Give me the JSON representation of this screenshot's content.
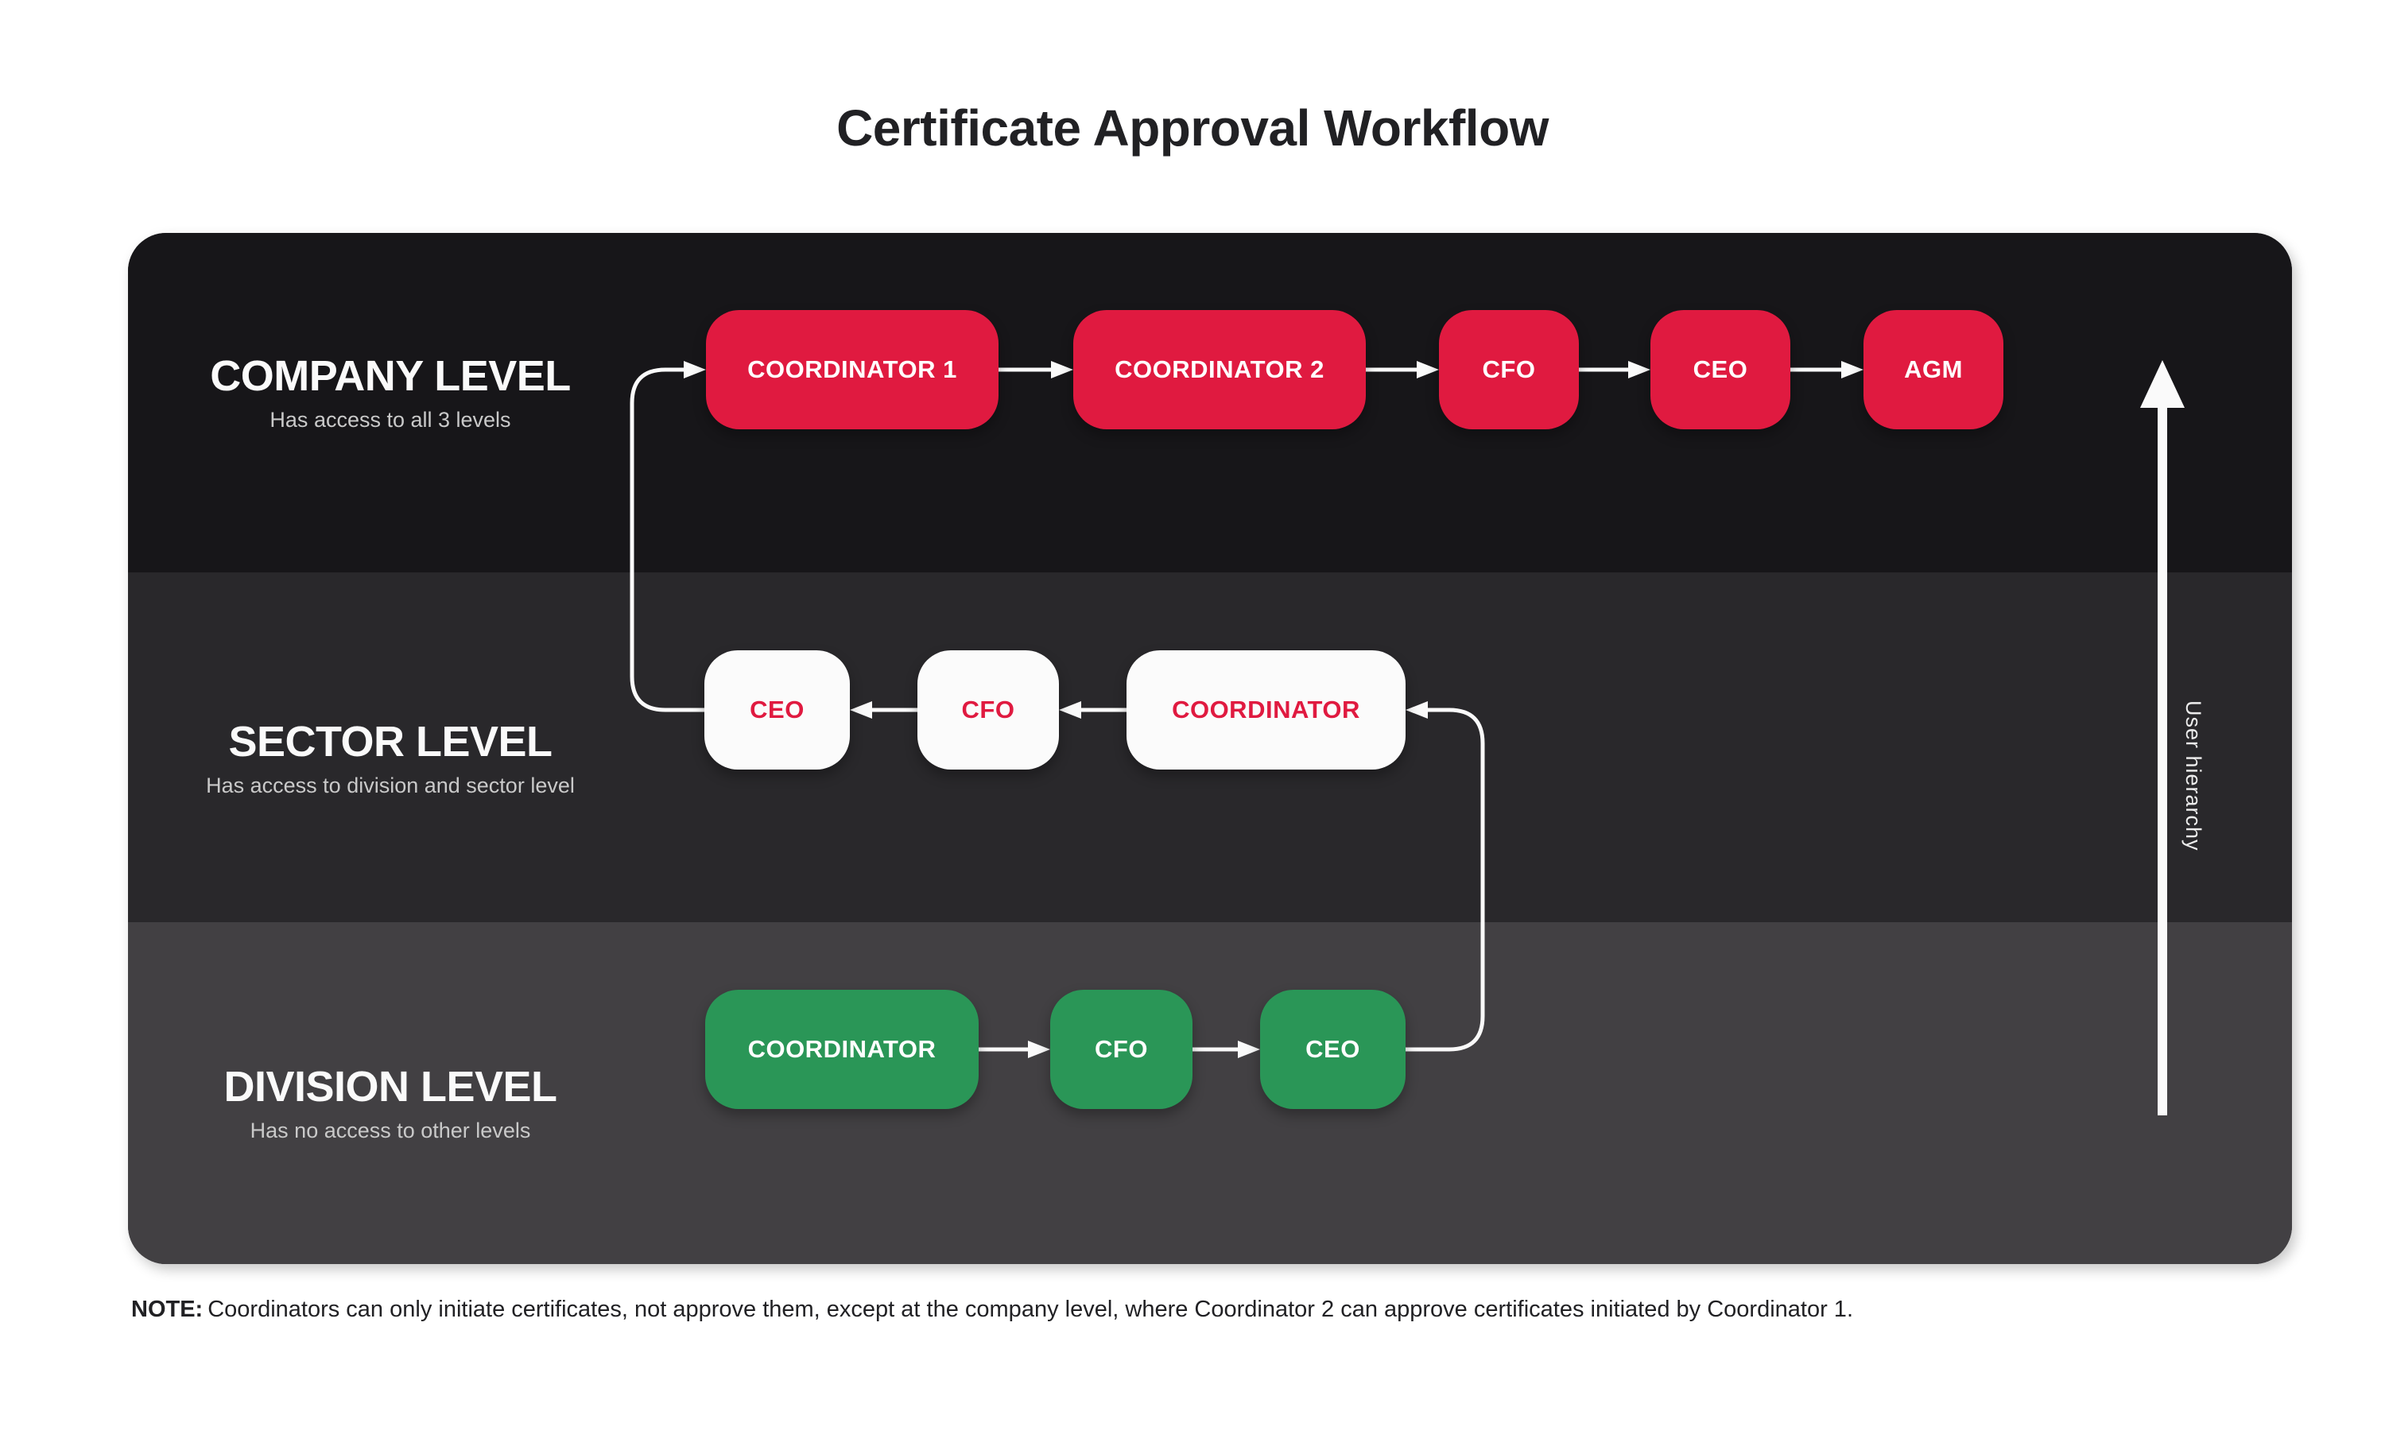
{
  "title": "Certificate Approval Workflow",
  "colors": {
    "accent-red": "#e01a40",
    "accent-green": "#2a9657",
    "band-company": "#171619",
    "band-sector": "#29282b",
    "band-division": "#424043",
    "node-white": "#fbfbfb",
    "connector": "#fafafa"
  },
  "levels": [
    {
      "name": "COMPANY LEVEL",
      "description": "Has access to all 3 levels",
      "nodes": [
        {
          "label": "COORDINATOR 1"
        },
        {
          "label": "COORDINATOR 2"
        },
        {
          "label": "CFO"
        },
        {
          "label": "CEO"
        },
        {
          "label": "AGM"
        }
      ]
    },
    {
      "name": "SECTOR LEVEL",
      "description": "Has access to division and sector level",
      "nodes": [
        {
          "label": "CEO"
        },
        {
          "label": "CFO"
        },
        {
          "label": "COORDINATOR"
        }
      ]
    },
    {
      "name": "DIVISION LEVEL",
      "description": "Has no access to other levels",
      "nodes": [
        {
          "label": "COORDINATOR"
        },
        {
          "label": "CFO"
        },
        {
          "label": "CEO"
        }
      ]
    }
  ],
  "side_arrow_label": "User hierarchy",
  "note_label": "NOTE:",
  "note_text": "Coordinators can only initiate certificates, not approve them, except at the company level, where Coordinator 2 can approve certificates initiated by Coordinator 1."
}
